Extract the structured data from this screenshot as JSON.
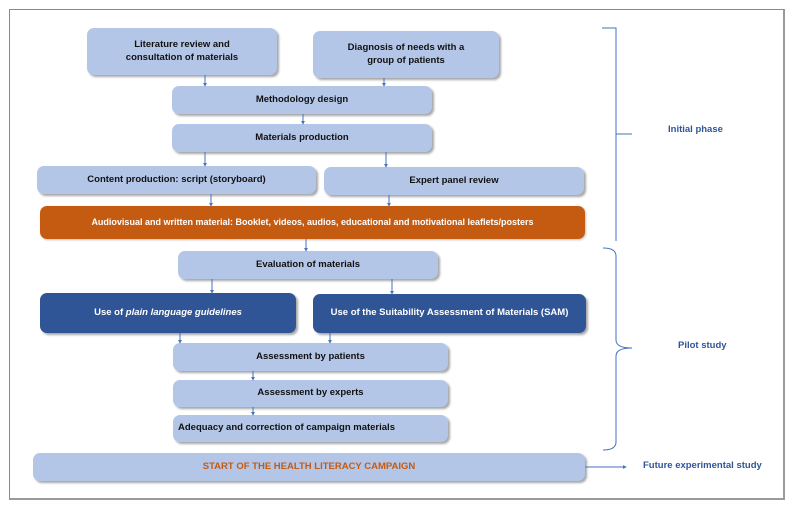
{
  "nodes": {
    "literature_review": "Literature review and consultation of materials",
    "diagnosis_needs": "Diagnosis of needs with a group of patients",
    "methodology_design": "Methodology design",
    "materials_production": "Materials production",
    "content_production": "Content production: script (storyboard)",
    "expert_panel_review": "Expert panel review",
    "audiovisual_material": "Audiovisual and written material: Booklet, videos, audios, educational and motivational leaflets/posters",
    "evaluation_materials": "Evaluation of materials",
    "plain_language_prefix": "Use of ",
    "plain_language_italic": "plain language guidelines",
    "sam": "Use of the Suitability Assessment of Materials (SAM)",
    "assessment_patients": "Assessment by patients",
    "assessment_experts": "Assessment by experts",
    "adequacy_correction": "Adequacy and correction of campaign materials",
    "campaign_start": "START OF THE HEALTH LITERACY CAMPAIGN"
  },
  "phases": {
    "initial": "Initial phase",
    "pilot": "Pilot study",
    "future": "Future experimental study"
  },
  "colors": {
    "light_box": "#b4c6e7",
    "dark_box": "#2f5597",
    "orange_box": "#c55a11",
    "arrow": "#4472c4",
    "label": "#2f5597"
  }
}
